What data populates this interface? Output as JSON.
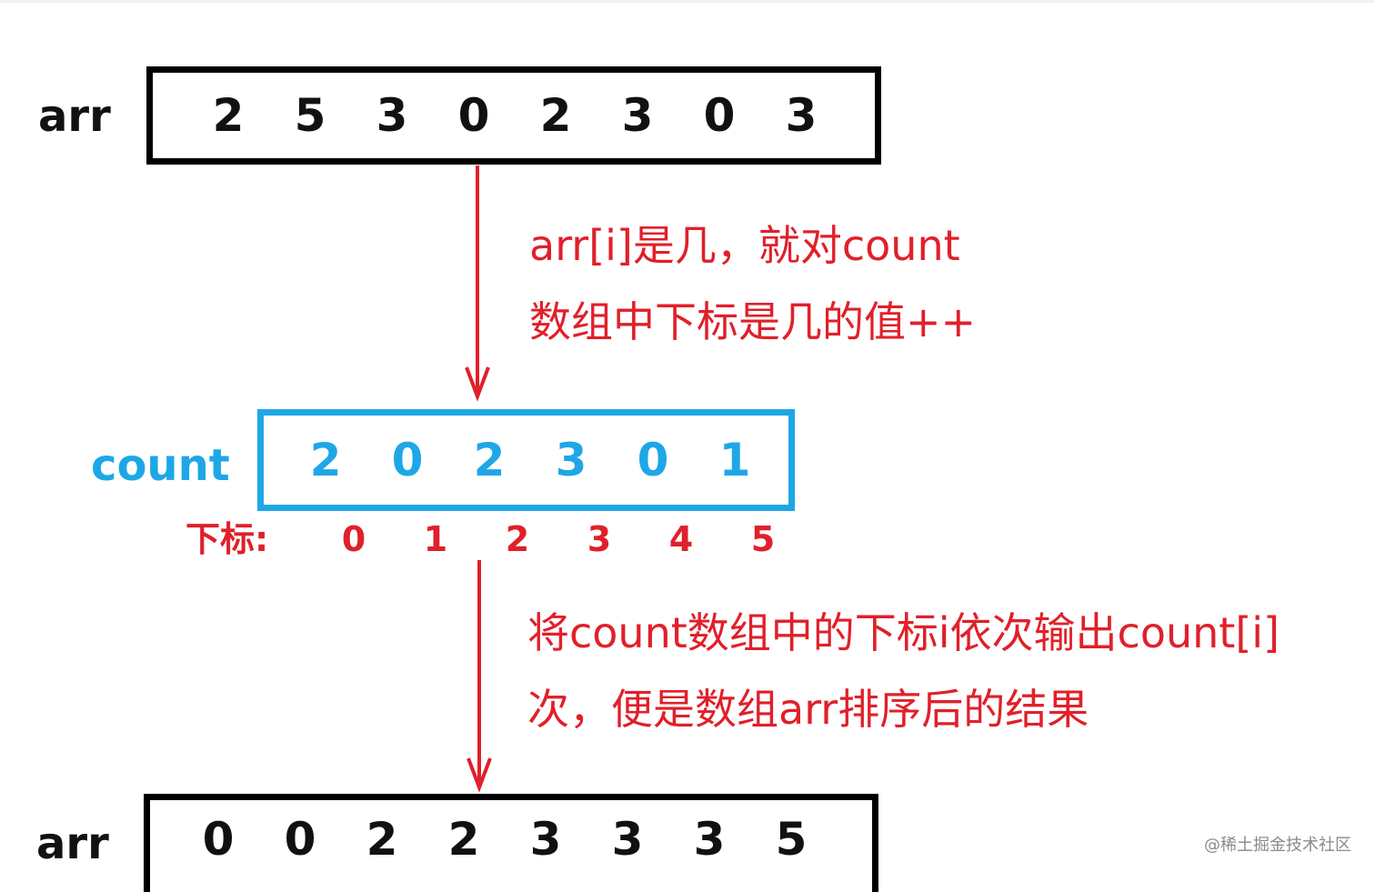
{
  "arr_top": {
    "label": "arr",
    "values": [
      "2",
      "5",
      "3",
      "0",
      "2",
      "3",
      "0",
      "3"
    ]
  },
  "step1_note": {
    "line1": "arr[i]是几，就对count",
    "line2": "数组中下标是几的值++"
  },
  "count": {
    "label": "count",
    "values": [
      "2",
      "0",
      "2",
      "3",
      "0",
      "1"
    ]
  },
  "indices": {
    "label": "下标:",
    "values": [
      "0",
      "1",
      "2",
      "3",
      "4",
      "5"
    ]
  },
  "step2_note": {
    "line1": "将count数组中的下标i依次输出count[i]",
    "line2": "次，便是数组arr排序后的结果"
  },
  "arr_bottom": {
    "label": "arr",
    "values": [
      "0",
      "0",
      "2",
      "2",
      "3",
      "3",
      "3",
      "5"
    ]
  },
  "watermark": "@稀土掘金技术社区",
  "colors": {
    "black": "#000000",
    "blue": "#1ea7e6",
    "red": "#e0202a"
  }
}
